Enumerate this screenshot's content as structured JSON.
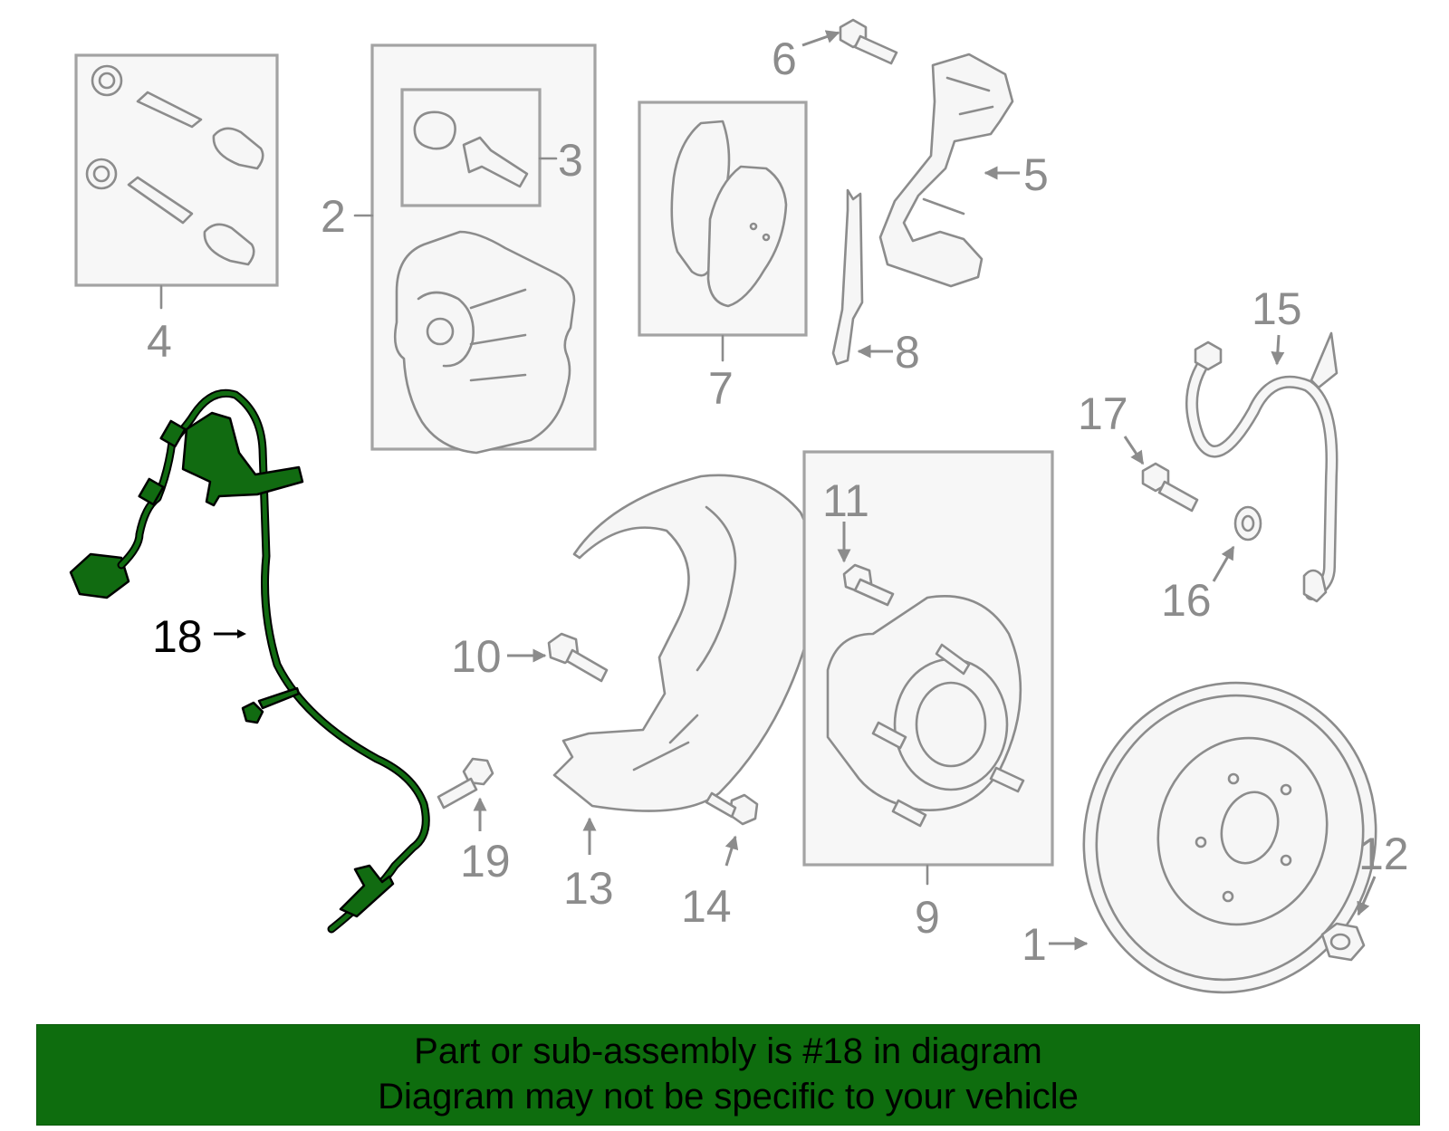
{
  "callouts": {
    "n1": "1",
    "n2": "2",
    "n3": "3",
    "n4": "4",
    "n5": "5",
    "n6": "6",
    "n7": "7",
    "n8": "8",
    "n9": "9",
    "n10": "10",
    "n11": "11",
    "n12": "12",
    "n13": "13",
    "n14": "14",
    "n15": "15",
    "n16": "16",
    "n17": "17",
    "n18": "18",
    "n19": "19"
  },
  "highlighted_part": "18",
  "colors": {
    "highlight": "#116b11",
    "banner": "#0e6d0e",
    "parts_outline": "#8c8c8c"
  },
  "banner": {
    "line1": "Part or sub-assembly is #18 in diagram",
    "line2": "Diagram may not be specific to your vehicle"
  }
}
